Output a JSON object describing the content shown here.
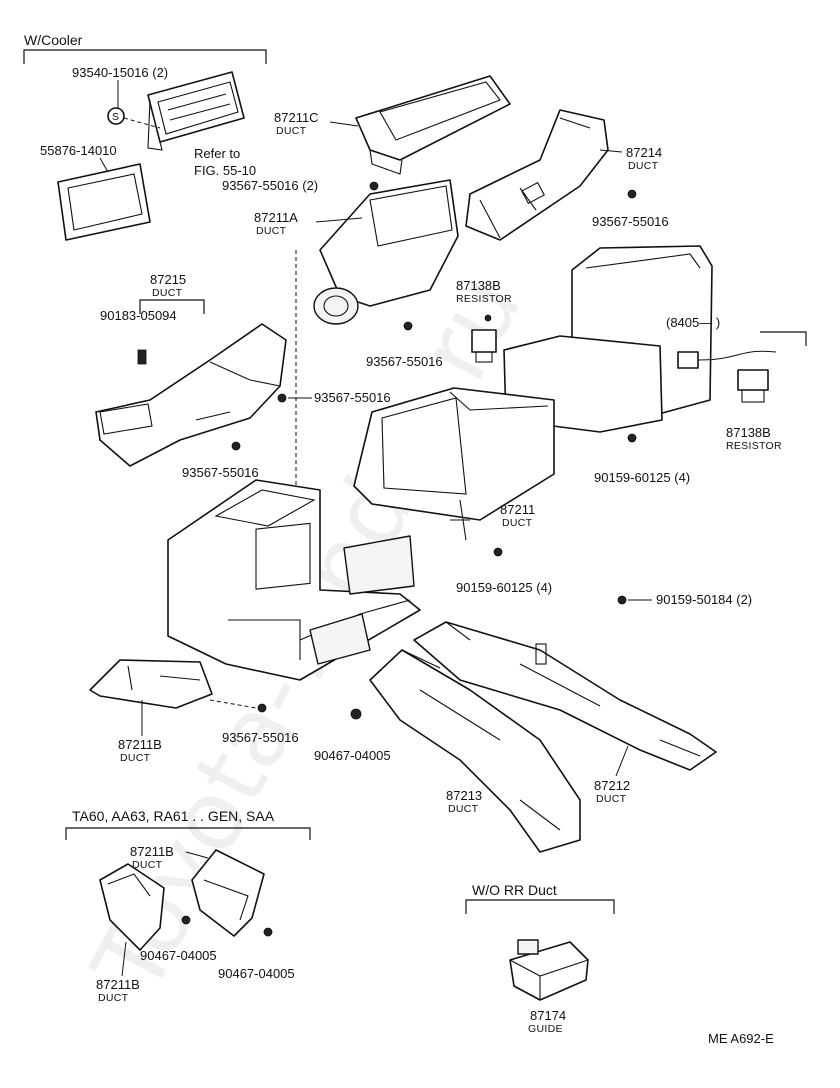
{
  "watermark": "Toyota-Tundra.ru",
  "groups": {
    "w_cooler": "W/Cooler",
    "ta60": "TA60, AA63, RA61 . . GEN, SAA",
    "wo_rr_duct": "W/O  RR  Duct",
    "series": "(8405—          )"
  },
  "parts": {
    "p93540": "93540-15016 (2)",
    "p55876": "55876-14010",
    "refer1": "Refer to",
    "refer2": "FIG. 55-10",
    "p87211c": "87211C",
    "duct": "DUCT",
    "p93567_2": "93567-55016 (2)",
    "p87211a": "87211A",
    "p87214": "87214",
    "p93567": "93567-55016",
    "p87215": "87215",
    "p90183": "90183-05094",
    "p87138b": "87138B",
    "resistor": "RESISTOR",
    "p87211": "87211",
    "p90159_60125": "90159-60125 (4)",
    "p90159_50184": "90159-50184 (2)",
    "p87211b": "87211B",
    "p90467": "90467-04005",
    "p87213": "87213",
    "p87212": "87212",
    "p87174": "87174",
    "guide": "GUIDE",
    "footer_code": "ME  A692-E"
  }
}
